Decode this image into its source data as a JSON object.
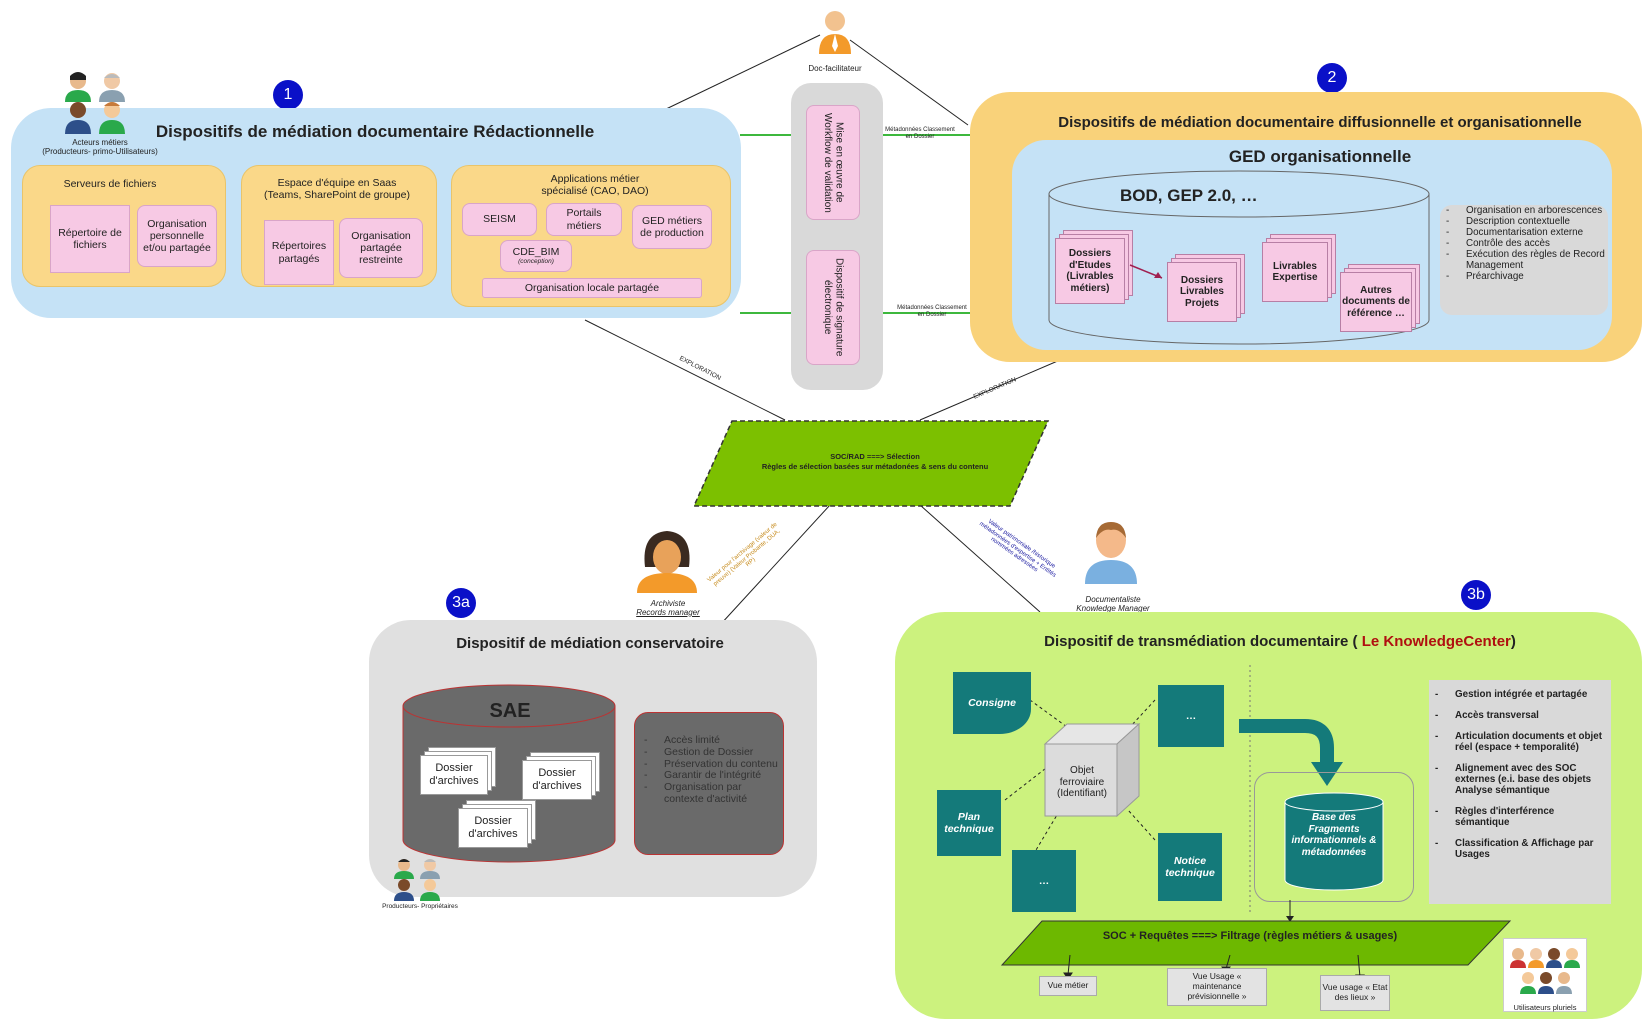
{
  "badges": {
    "b1": "1",
    "b2": "2",
    "b3a": "3a",
    "b3b": "3b"
  },
  "doc_facilitateur": "Doc-facilitateur",
  "acteurs": {
    "line1": "Acteurs métiers",
    "line2": "(Producteurs- primo-Utilisateurs)"
  },
  "panel1": {
    "title": "Dispositifs de médiation documentaire Rédactionnelle",
    "fichiers": {
      "title": "Serveurs de fichiers",
      "a": "Répertoire de fichiers",
      "b": "Organisation personnelle et/ou partagée"
    },
    "saas": {
      "title": "Espace d'équipe en Saas (Teams, SharePoint de groupe)",
      "a": "Répertoires partagés",
      "b": "Organisation partagée restreinte"
    },
    "applis": {
      "title": "Applications métier spécialisé (CAO, DAO)",
      "seism": "SEISM",
      "portails": "Portails métiers",
      "ged": "GED métiers de production",
      "cde": "CDE_BIM",
      "cde_sub": "(conception)",
      "orga": "Organisation locale partagée"
    }
  },
  "middle": {
    "workflow": "Mise en œuvre de Workflow de validation",
    "signature": "Dispositif de signature électronique",
    "label_top": "Métadonnées Classement en Dossier",
    "label_bottom": "Métadonnées Classement en Dossier"
  },
  "panel2": {
    "title": "Dispositifs de médiation documentaire diffusionnelle et organisationnelle",
    "ged_title": "GED organisationnelle",
    "db_title": "BOD, GEP 2.0, …",
    "docs": [
      "Dossiers d'Etudes (Livrables métiers)",
      "Dossiers Livrables Projets",
      "Livrables Expertise",
      "Autres documents de référence …"
    ],
    "features": [
      "Organisation en arborescences",
      "Description contextuelle",
      "Documentarisation externe",
      "Contrôle des accès",
      "Exécution des règles de Record Management",
      "Préarchivage"
    ]
  },
  "exploration_left": "EXPLORATION",
  "exploration_right": "EXPLORATION",
  "soc": {
    "line1": "SOC/RAD ===> Sélection",
    "line2": "Règles de sélection basées sur métadonées &  sens du contenu"
  },
  "archiviste": {
    "line1": "Archiviste",
    "line2": "Records manager"
  },
  "archiviste_note": "Valeur pour l'archivage (valeur de preuve) (Valeur Probante, DUA, RP)",
  "documentaliste": {
    "line1": "Documentaliste",
    "line2": "Knowledge  Manager"
  },
  "documentaliste_note": "Valeur patrimoniale /historique métadonnées d'expertise + Entités nommées adressées",
  "panel3a": {
    "title": "Dispositif de médiation conservatoire",
    "sae": "SAE",
    "docs": [
      "Dossier d'archives",
      "Dossier d'archives",
      "Dossier d'archives"
    ],
    "features": [
      "Accès limité",
      "Gestion de Dossier",
      "Préservation du contenu",
      "Garantir de l'intégrité",
      "Organisation par contexte d'activité"
    ],
    "producteurs": "Producteurs- Propriétaires"
  },
  "panel3b": {
    "title_prefix": "Dispositif  de transmédiation documentaire ( ",
    "title_highlight": "Le KnowledgeCenter",
    "title_suffix": ")",
    "objet": "Objet ferroviaire (Identifiant)",
    "docs": {
      "consigne": "Consigne",
      "top_right": "…",
      "plan": "Plan technique",
      "bottom": "…",
      "notice": "Notice technique"
    },
    "base": "Base des Fragments informationnels & métadonnées",
    "features": [
      "Gestion intégrée et partagée",
      "Accès transversal",
      "Articulation documents et objet réel (espace + temporalité)",
      "Alignement avec des SOC externes (e.i. base des objets Analyse sémantique",
      "Règles d'interférence sémantique",
      "Classification & Affichage par Usages"
    ],
    "filtrage": "SOC + Requêtes ===> Filtrage (règles métiers & usages)",
    "vues": [
      "Vue métier",
      "Vue Usage « maintenance prévisionnelle »",
      "Vue usage « Etat des lieux »"
    ],
    "utilisateurs": "Utilisateurs pluriels"
  },
  "colors": {
    "panel1": "#c5e2f6",
    "panel2": "#f9d27a",
    "panel3a": "#e0e0e0",
    "panel3b": "#ccf27e",
    "soc": "#7cc000",
    "teal": "#147a7a",
    "badge": "#0a10c8"
  }
}
